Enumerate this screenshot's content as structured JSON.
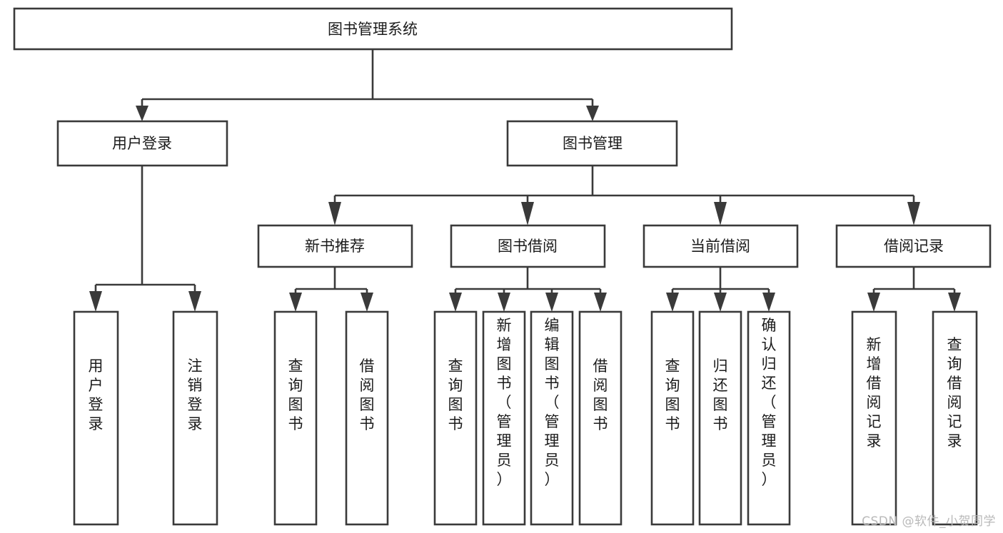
{
  "diagram": {
    "type": "tree",
    "title": "图书管理系统",
    "watermark": "CSDN @软件_小贺同学",
    "colors": {
      "stroke": "#3a3a3a",
      "box_fill": "#ffffff",
      "text": "#1b1b1b",
      "background": "#ffffff",
      "watermark": "#b9b9b9"
    },
    "levels": {
      "root": {
        "label": "图书管理系统"
      },
      "level2": [
        {
          "label": "用户登录"
        },
        {
          "label": "图书管理"
        }
      ],
      "level3": [
        {
          "label": "新书推荐"
        },
        {
          "label": "图书借阅"
        },
        {
          "label": "当前借阅"
        },
        {
          "label": "借阅记录"
        }
      ],
      "leaves": [
        {
          "label": "用户登录",
          "parent": "用户登录"
        },
        {
          "label": "注销登录",
          "parent": "用户登录"
        },
        {
          "label": "查询图书",
          "parent": "新书推荐"
        },
        {
          "label": "借阅图书",
          "parent": "新书推荐"
        },
        {
          "label": "查询图书",
          "parent": "图书借阅"
        },
        {
          "label": "新增图书（管理员）",
          "parent": "图书借阅"
        },
        {
          "label": "编辑图书（管理员）",
          "parent": "图书借阅"
        },
        {
          "label": "借阅图书",
          "parent": "图书借阅"
        },
        {
          "label": "查询图书",
          "parent": "当前借阅"
        },
        {
          "label": "归还图书",
          "parent": "当前借阅"
        },
        {
          "label": "确认归还（管理员）",
          "parent": "当前借阅"
        },
        {
          "label": "新增借阅记录",
          "parent": "借阅记录"
        },
        {
          "label": "查询借阅记录",
          "parent": "借阅记录"
        }
      ]
    }
  }
}
